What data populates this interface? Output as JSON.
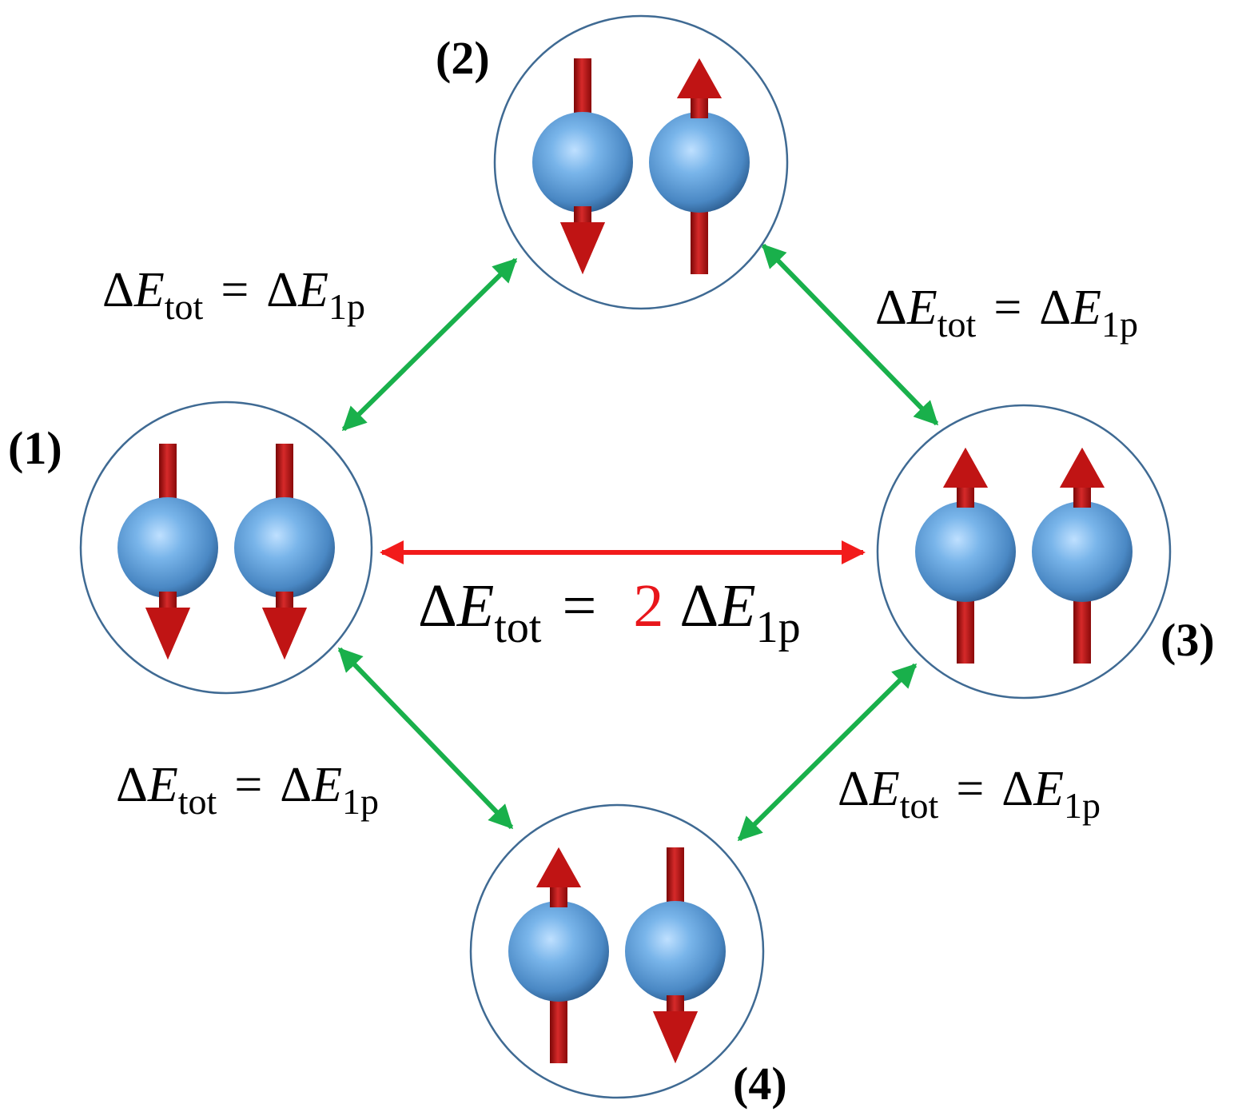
{
  "colors": {
    "circle_stroke": "#3f6a93",
    "sphere": "#5d9bd5",
    "spin_arrow": "#b30d0d",
    "transition_single": "#19b04b",
    "transition_double": "#f21b1b",
    "factor": "#e8161b"
  },
  "states": [
    {
      "id": "1",
      "label": "(1)",
      "spins": [
        "down",
        "down"
      ]
    },
    {
      "id": "2",
      "label": "(2)",
      "spins": [
        "down",
        "up"
      ]
    },
    {
      "id": "3",
      "label": "(3)",
      "spins": [
        "up",
        "up"
      ]
    },
    {
      "id": "4",
      "label": "(4)",
      "spins": [
        "up",
        "down"
      ]
    }
  ],
  "transitions": {
    "t12": {
      "delta": "Δ",
      "E": "E",
      "tot": "tot",
      "equals": "=",
      "E2": "E",
      "sub2": "1p"
    },
    "t23": {
      "delta": "Δ",
      "E": "E",
      "tot": "tot",
      "equals": "=",
      "E2": "E",
      "sub2": "1p"
    },
    "t14": {
      "delta": "Δ",
      "E": "E",
      "tot": "tot",
      "equals": "=",
      "E2": "E",
      "sub2": "1p"
    },
    "t34": {
      "delta": "Δ",
      "E": "E",
      "tot": "tot",
      "equals": "=",
      "E2": "E",
      "sub2": "1p"
    },
    "t13": {
      "delta": "Δ",
      "E": "E",
      "tot": "tot",
      "equals": "=",
      "factor": "2",
      "E2": "E",
      "sub2": "1p"
    }
  }
}
